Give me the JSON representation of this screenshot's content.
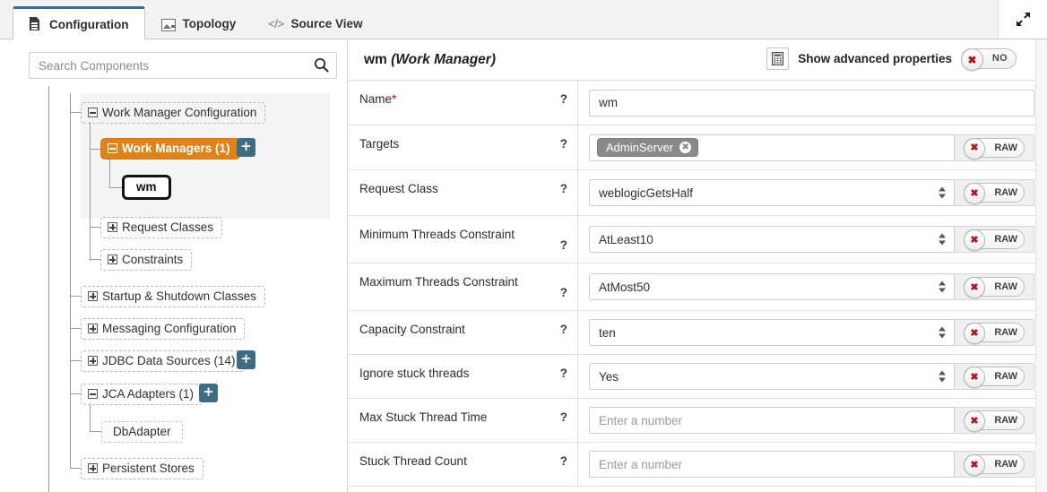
{
  "tabs": [
    {
      "label": "Configuration",
      "icon": "document-icon",
      "active": true
    },
    {
      "label": "Topology",
      "icon": "image-icon",
      "active": false
    },
    {
      "label": "Source View",
      "icon": "code-icon",
      "active": false
    }
  ],
  "expand_icon": "expand-diagonal-icon",
  "sidebar": {
    "search": {
      "placeholder": "Search Components",
      "value": "",
      "icon": "search-icon"
    },
    "tree": [
      {
        "label": "Work Manager Configuration",
        "toggle": "minus",
        "state": "expanded",
        "depth": 0
      },
      {
        "label": "Work Managers (1)",
        "toggle": "minus",
        "state": "expanded-selected",
        "depth": 1,
        "add_button": "+"
      },
      {
        "label": "wm",
        "toggle": "none",
        "state": "selected",
        "depth": 2
      },
      {
        "label": "Request Classes",
        "toggle": "plus",
        "state": "collapsed",
        "depth": 1
      },
      {
        "label": "Constraints",
        "toggle": "plus",
        "state": "collapsed",
        "depth": 1
      },
      {
        "label": "Startup & Shutdown Classes",
        "toggle": "plus",
        "state": "collapsed",
        "depth": 0
      },
      {
        "label": "Messaging Configuration",
        "toggle": "plus",
        "state": "collapsed",
        "depth": 0
      },
      {
        "label": "JDBC Data Sources (14)",
        "toggle": "plus",
        "state": "collapsed",
        "depth": 0,
        "add_button": "+"
      },
      {
        "label": "JCA Adapters (1)",
        "toggle": "minus",
        "state": "expanded",
        "depth": 0,
        "add_button": "+"
      },
      {
        "label": "DbAdapter",
        "toggle": "none",
        "state": "leaf",
        "depth": 1
      },
      {
        "label": "Persistent Stores",
        "toggle": "plus",
        "state": "collapsed",
        "depth": 0
      }
    ]
  },
  "detail": {
    "title_name": "wm",
    "title_type": "(Work Manager)",
    "calculator_icon": "calculator-icon",
    "advanced_label": "Show advanced properties",
    "advanced_toggle": {
      "state": "NO",
      "knob_icon": "x-icon"
    },
    "raw_label": "RAW",
    "help_marker": "?",
    "required_marker": "*",
    "rows": [
      {
        "label": "Name",
        "required": true,
        "type": "text",
        "value": "wm",
        "placeholder": "",
        "raw": false,
        "twoline": false
      },
      {
        "label": "Targets",
        "required": false,
        "type": "chips",
        "chips": [
          "AdminServer"
        ],
        "raw": true,
        "twoline": false
      },
      {
        "label": "Request Class",
        "required": false,
        "type": "select",
        "value": "weblogicGetsHalf",
        "raw": true,
        "twoline": false
      },
      {
        "label": "Minimum Threads Constraint",
        "required": false,
        "type": "select",
        "value": "AtLeast10",
        "raw": true,
        "twoline": true
      },
      {
        "label": "Maximum Threads Constraint",
        "required": false,
        "type": "select",
        "value": "AtMost50",
        "raw": true,
        "twoline": true
      },
      {
        "label": "Capacity Constraint",
        "required": false,
        "type": "select",
        "value": "ten",
        "raw": true,
        "twoline": false
      },
      {
        "label": "Ignore stuck threads",
        "required": false,
        "type": "select",
        "value": "Yes",
        "raw": true,
        "twoline": false
      },
      {
        "label": "Max Stuck Thread Time",
        "required": false,
        "type": "text",
        "value": "",
        "placeholder": "Enter a number",
        "raw": true,
        "twoline": false
      },
      {
        "label": "Stuck Thread Count",
        "required": false,
        "type": "text",
        "value": "",
        "placeholder": "Enter a number",
        "raw": true,
        "twoline": false
      }
    ]
  },
  "colors": {
    "accent_orange": "#e0821a",
    "add_button_blue": "#3f6b83",
    "required_red": "#d0021b",
    "chip_gray": "#8a8a8a",
    "active_tab_top": "#3b6b8f"
  }
}
